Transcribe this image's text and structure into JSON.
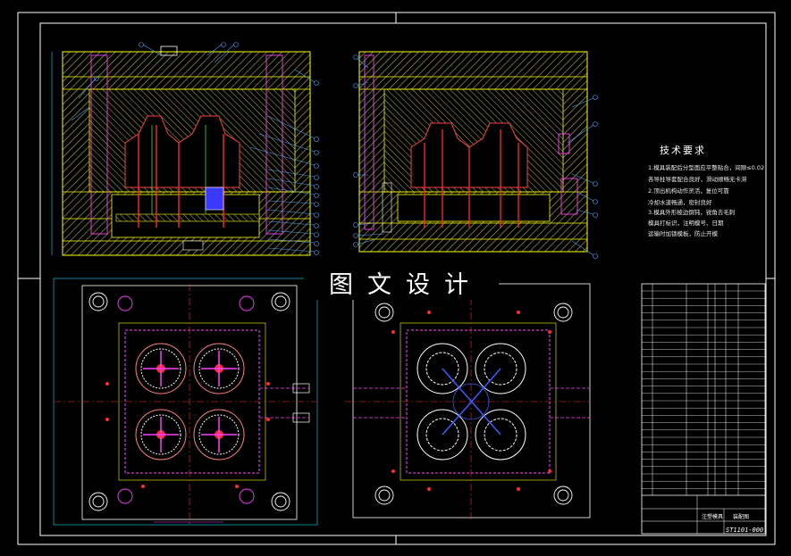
{
  "banner": {
    "text": "图文设计"
  },
  "tech_notes": {
    "title": "技术要求",
    "lines": [
      "1.模具装配后分型面应平整贴合，间隙≤0.02",
      "  各导柱导套配合良好，滑动顺畅无卡滞",
      "2.顶出机构动作灵活，复位可靠",
      "  冷却水道畅通，密封良好",
      "3.模具外形棱边倒钝，锐角去毛刺",
      "  模具打标识，注明模号、日期",
      "  运输时加锁模板，防止开模"
    ]
  },
  "title_block": {
    "name": "注塑模具",
    "drawing_no": "ST1101-000",
    "material": "装配图"
  },
  "colors": {
    "frame": "#ffffff",
    "plate_hatch": "#c8c84a",
    "plate_line": "#ffff00",
    "pin_red": "#ff2a2a",
    "pin_magenta": "#ff40ff",
    "cyan": "#00e0ff",
    "blue": "#3a5cff",
    "green": "#30e030",
    "leader": "#4aa0ff"
  }
}
